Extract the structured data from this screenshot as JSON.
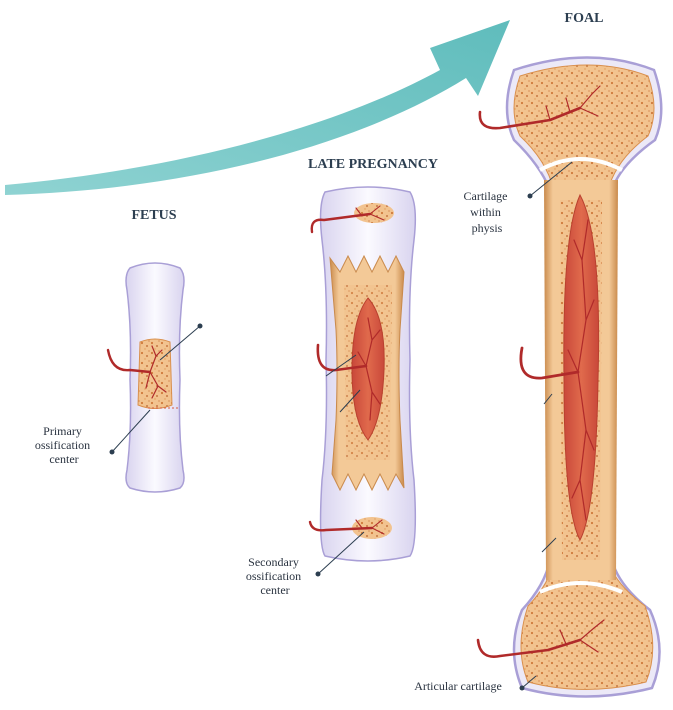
{
  "colors": {
    "arrow": "#6cc4c4",
    "cartilage": "#ece9f7",
    "cartilage_outline": "#a99fd6",
    "bone": "#f0c89a",
    "bone_dark": "#d9904e",
    "marrow": "#d65a3e",
    "vessel": "#b02a2a",
    "text": "#2c3e50"
  },
  "stages": {
    "fetus": "FETUS",
    "late_pregnancy": "LATE PREGNANCY",
    "foal": "FOAL"
  },
  "labels": {
    "primary_ossification": [
      "Primary",
      "ossification",
      "center"
    ],
    "secondary_ossification": [
      "Secondary",
      "ossification",
      "center"
    ],
    "cartilage_physis": [
      "Cartilage",
      "within",
      "physis"
    ],
    "articular_cartilage": "Articular cartilage"
  }
}
